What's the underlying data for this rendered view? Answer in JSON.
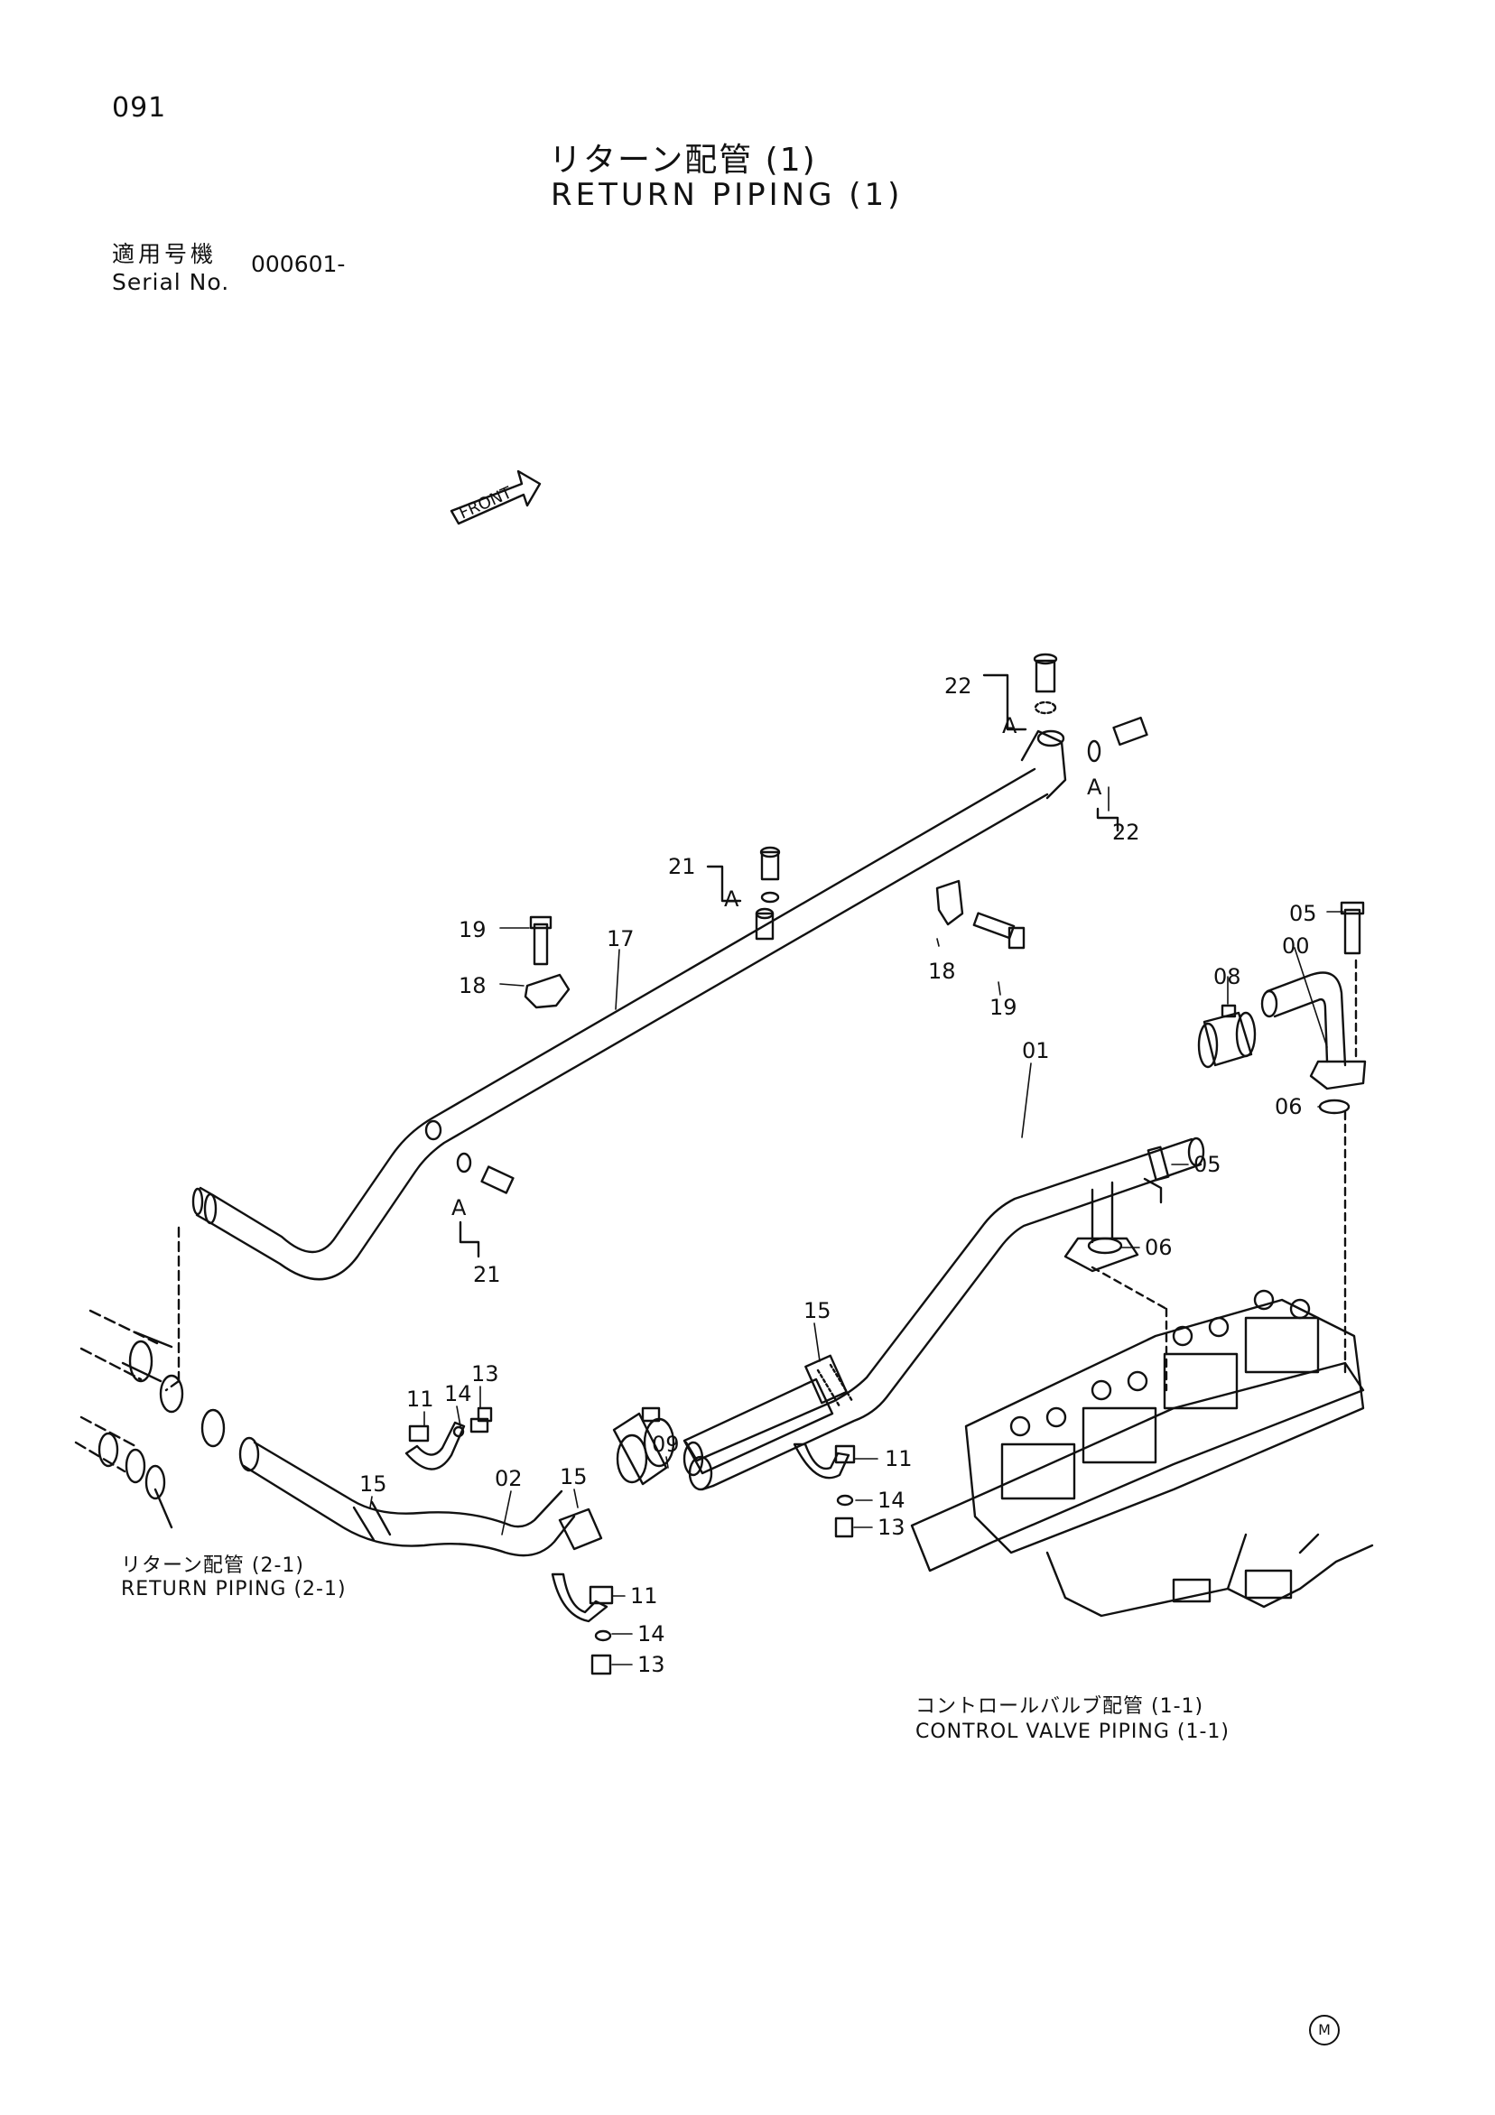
{
  "header": {
    "page_number": "091",
    "title_jp": "リターン配管 (1)",
    "title_en": "RETURN PIPING (1)",
    "serial_label_jp": "適用号機",
    "serial_label_en": "Serial No.",
    "serial_value": "000601-"
  },
  "diagram": {
    "front_label": "FRONT",
    "callouts": [
      {
        "id": "c22a",
        "text": "22"
      },
      {
        "id": "c22b",
        "text": "22"
      },
      {
        "id": "cAa",
        "text": "A"
      },
      {
        "id": "cAb",
        "text": "A"
      },
      {
        "id": "c21a",
        "text": "21"
      },
      {
        "id": "cAc",
        "text": "A"
      },
      {
        "id": "c19a",
        "text": "19"
      },
      {
        "id": "c18a",
        "text": "18"
      },
      {
        "id": "c17",
        "text": "17"
      },
      {
        "id": "c18b",
        "text": "18"
      },
      {
        "id": "c19b",
        "text": "19"
      },
      {
        "id": "c05a",
        "text": "05"
      },
      {
        "id": "c00",
        "text": "00"
      },
      {
        "id": "c08",
        "text": "08"
      },
      {
        "id": "c06a",
        "text": "06"
      },
      {
        "id": "c01",
        "text": "01"
      },
      {
        "id": "c05b",
        "text": "05"
      },
      {
        "id": "c06b",
        "text": "06"
      },
      {
        "id": "cAd",
        "text": "A"
      },
      {
        "id": "c21b",
        "text": "21"
      },
      {
        "id": "c15a",
        "text": "15"
      },
      {
        "id": "c13a",
        "text": "13"
      },
      {
        "id": "c14a",
        "text": "14"
      },
      {
        "id": "c11a",
        "text": "11"
      },
      {
        "id": "c09",
        "text": "09"
      },
      {
        "id": "c15b",
        "text": "15"
      },
      {
        "id": "c02",
        "text": "02"
      },
      {
        "id": "c15c",
        "text": "15"
      },
      {
        "id": "c11b",
        "text": "11"
      },
      {
        "id": "c14b",
        "text": "14"
      },
      {
        "id": "c13b",
        "text": "13"
      },
      {
        "id": "c11c",
        "text": "11"
      },
      {
        "id": "c14c",
        "text": "14"
      },
      {
        "id": "c13c",
        "text": "13"
      }
    ],
    "refs": {
      "return_piping_2_1_jp": "リターン配管 (2-1)",
      "return_piping_2_1_en": "RETURN PIPING (2-1)",
      "control_valve_jp": "コントロールバルブ配管 (1-1)",
      "control_valve_en": "CONTROL VALVE PIPING (1-1)"
    }
  },
  "footer": {
    "mark": "M"
  }
}
